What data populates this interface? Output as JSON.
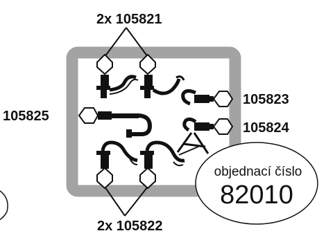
{
  "labels": {
    "top": "2x 105821",
    "bottom": "2x 105822",
    "left": "105825",
    "right_upper": "105823",
    "right_lower": "105824"
  },
  "order_box": {
    "caption": "objednací číslo",
    "number": "82010"
  },
  "colors": {
    "frame": "#a3a3a3",
    "line": "#111111",
    "background": "#ffffff"
  }
}
